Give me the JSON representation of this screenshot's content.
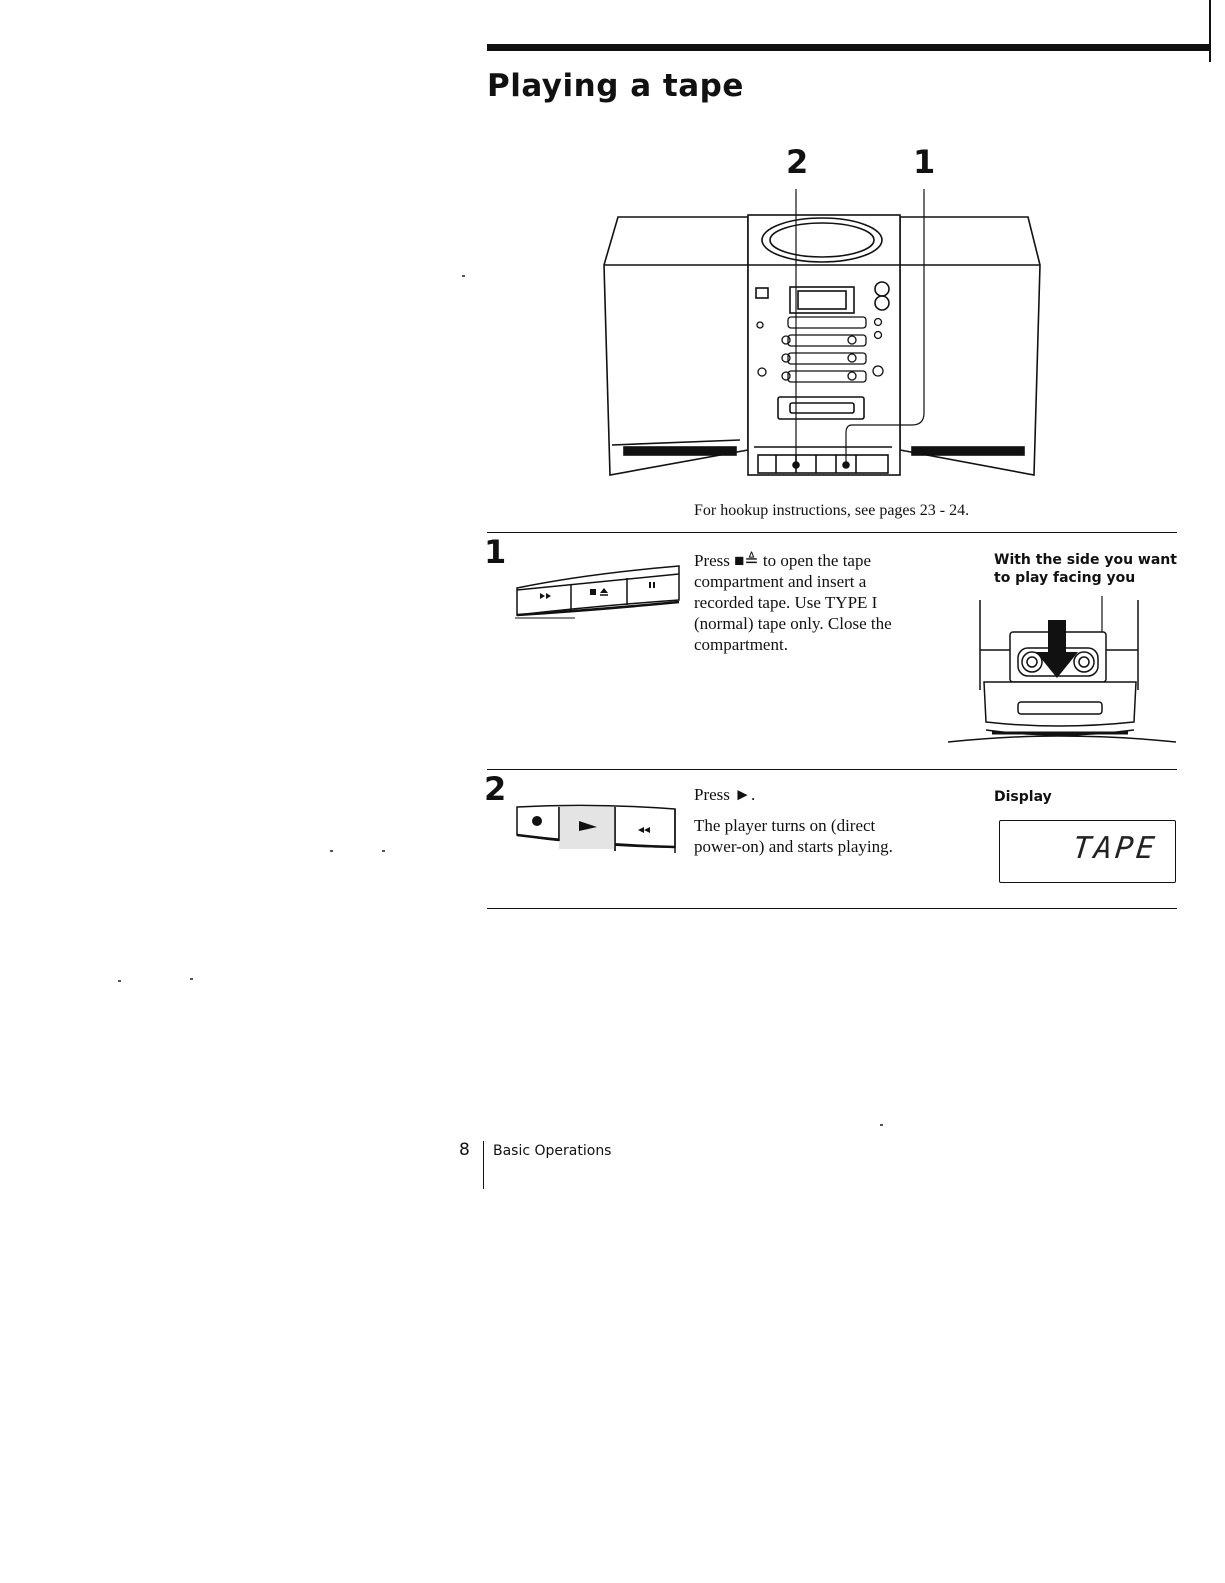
{
  "page": {
    "title": "Playing a tape",
    "callout_2": "2",
    "callout_1": "1",
    "hookup_note": "For hookup instructions, see pages 23 - 24."
  },
  "steps": [
    {
      "number": "1",
      "text": "Press ■≜ to open the tape compartment and insert a recorded tape. Use TYPE I (normal) tape only. Close the compartment.",
      "text_lines": [
        "Press ■≜ to open the tape",
        "compartment and insert a",
        "recorded tape. Use TYPE I",
        "(normal) tape only. Close the",
        "compartment."
      ],
      "side_label_lines": [
        "With the side you want",
        "to play facing you"
      ]
    },
    {
      "number": "2",
      "text_press": "Press ►.",
      "text_lines": [
        "The player turns on (direct",
        "power-on) and starts playing."
      ],
      "side_label": "Display",
      "display_value": "TAPE"
    }
  ],
  "footer": {
    "page_number": "8",
    "section": "Basic Operations"
  },
  "icons": [
    "boombox-illustration",
    "tape-buttons-ff-stop-eject-pause",
    "tape-buttons-record-play-rewind",
    "cassette-insert-illustration"
  ]
}
